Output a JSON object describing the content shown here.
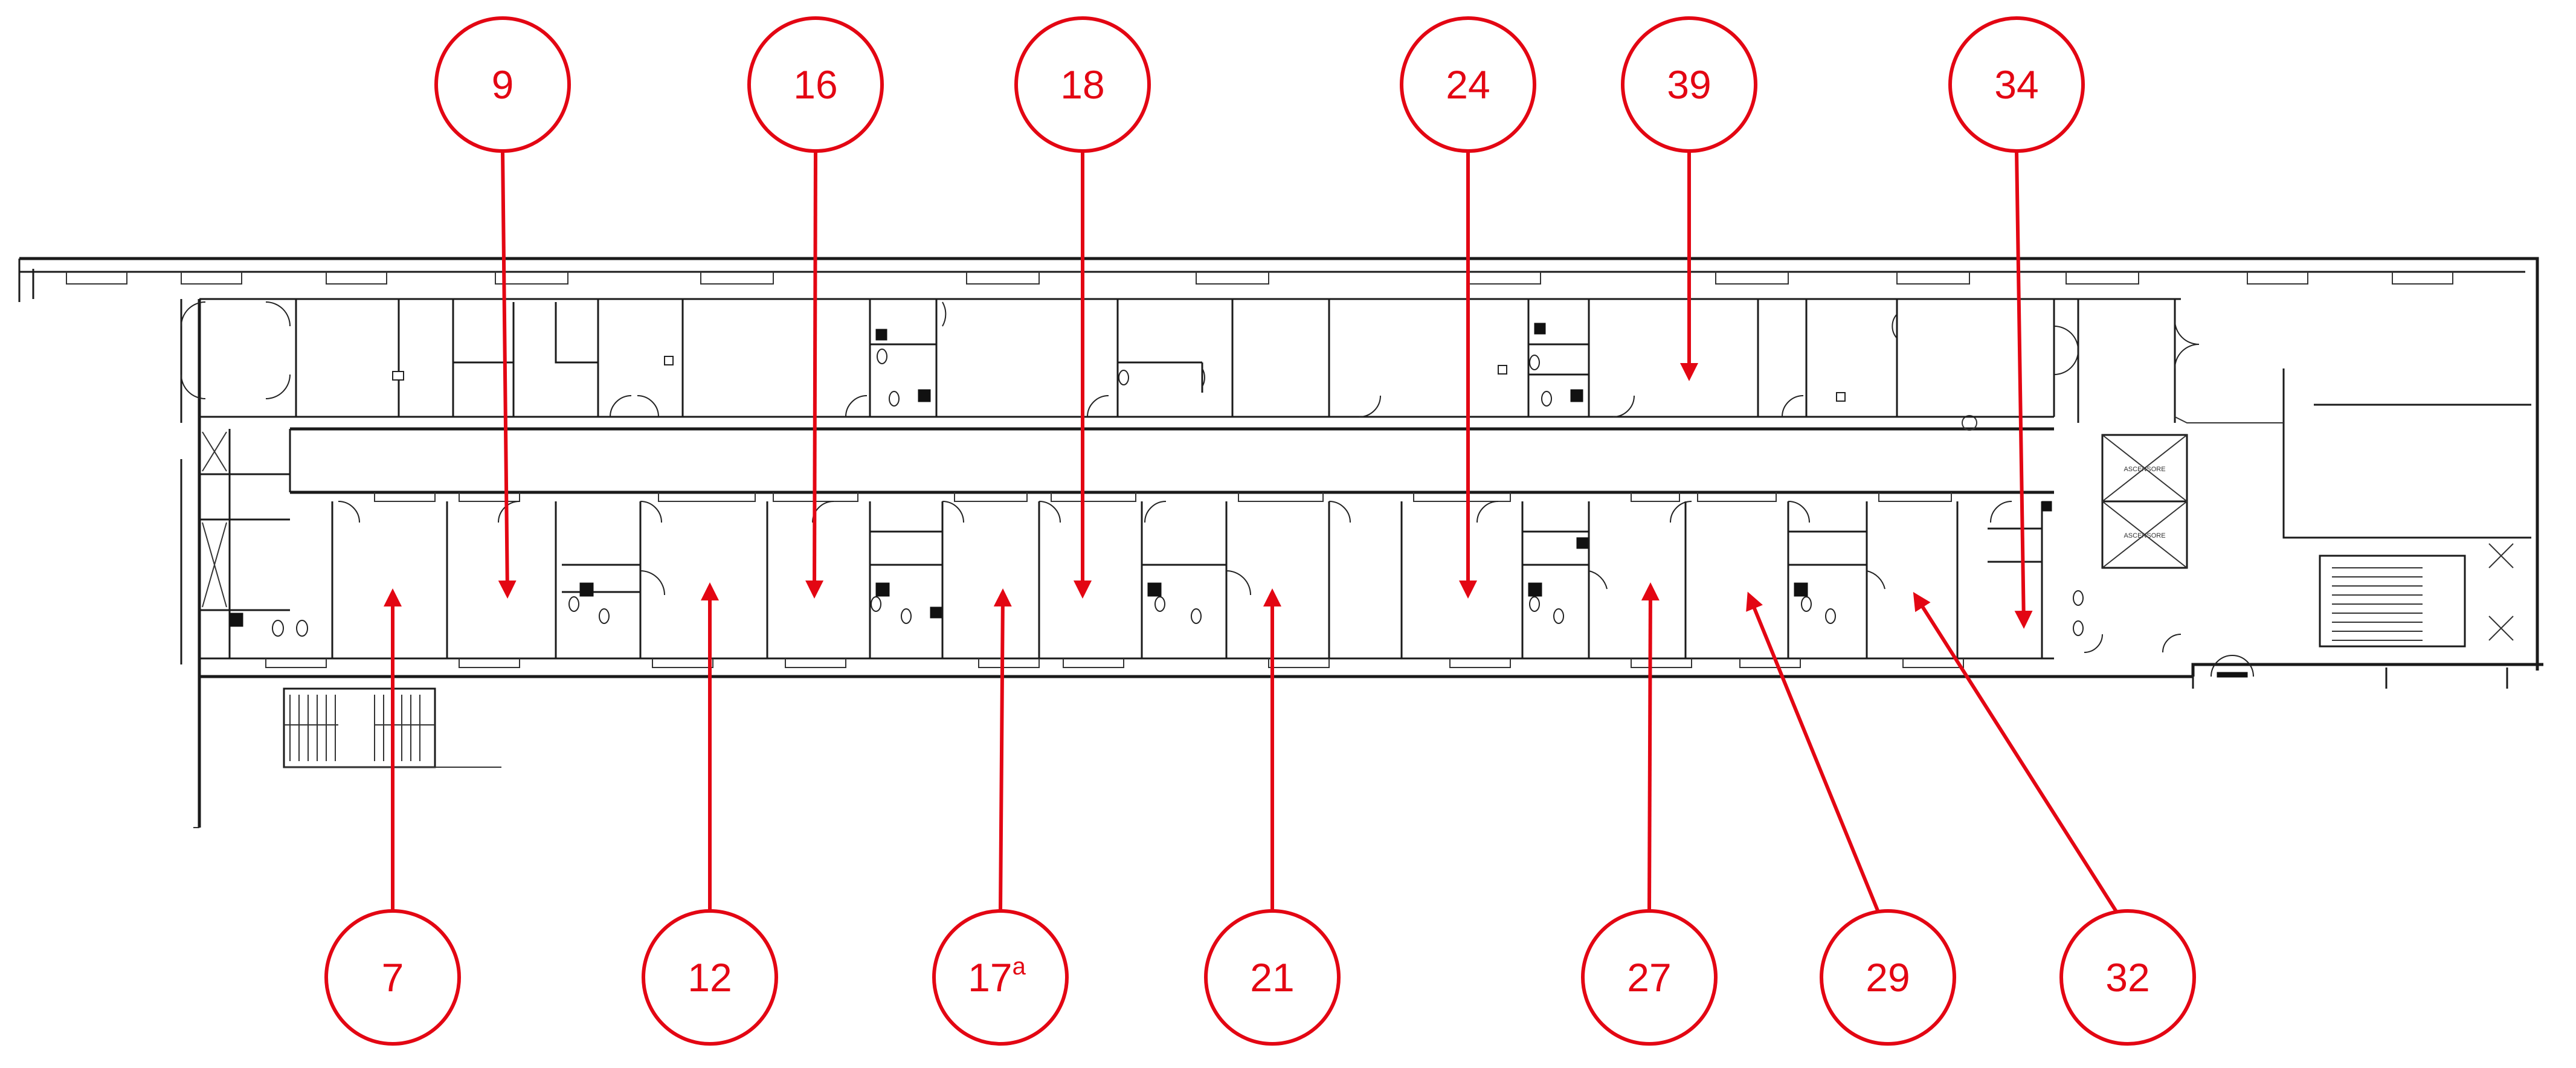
{
  "labels_top": [
    {
      "id": "room-9",
      "text": "9"
    },
    {
      "id": "room-16",
      "text": "16"
    },
    {
      "id": "room-18",
      "text": "18"
    },
    {
      "id": "room-24",
      "text": "24"
    },
    {
      "id": "room-39",
      "text": "39"
    },
    {
      "id": "room-34",
      "text": "34"
    }
  ],
  "labels_bottom": [
    {
      "id": "room-7",
      "text": "7"
    },
    {
      "id": "room-12",
      "text": "12"
    },
    {
      "id": "room-17a",
      "text": "17",
      "sup": "a"
    },
    {
      "id": "room-21",
      "text": "21"
    },
    {
      "id": "room-27",
      "text": "27"
    },
    {
      "id": "room-29",
      "text": "29"
    },
    {
      "id": "room-32",
      "text": "32"
    }
  ],
  "elevator_label": "ASCENSORE",
  "colors": {
    "annotation": "#e30613",
    "walls": "#1a1a1a",
    "background": "#ffffff"
  }
}
